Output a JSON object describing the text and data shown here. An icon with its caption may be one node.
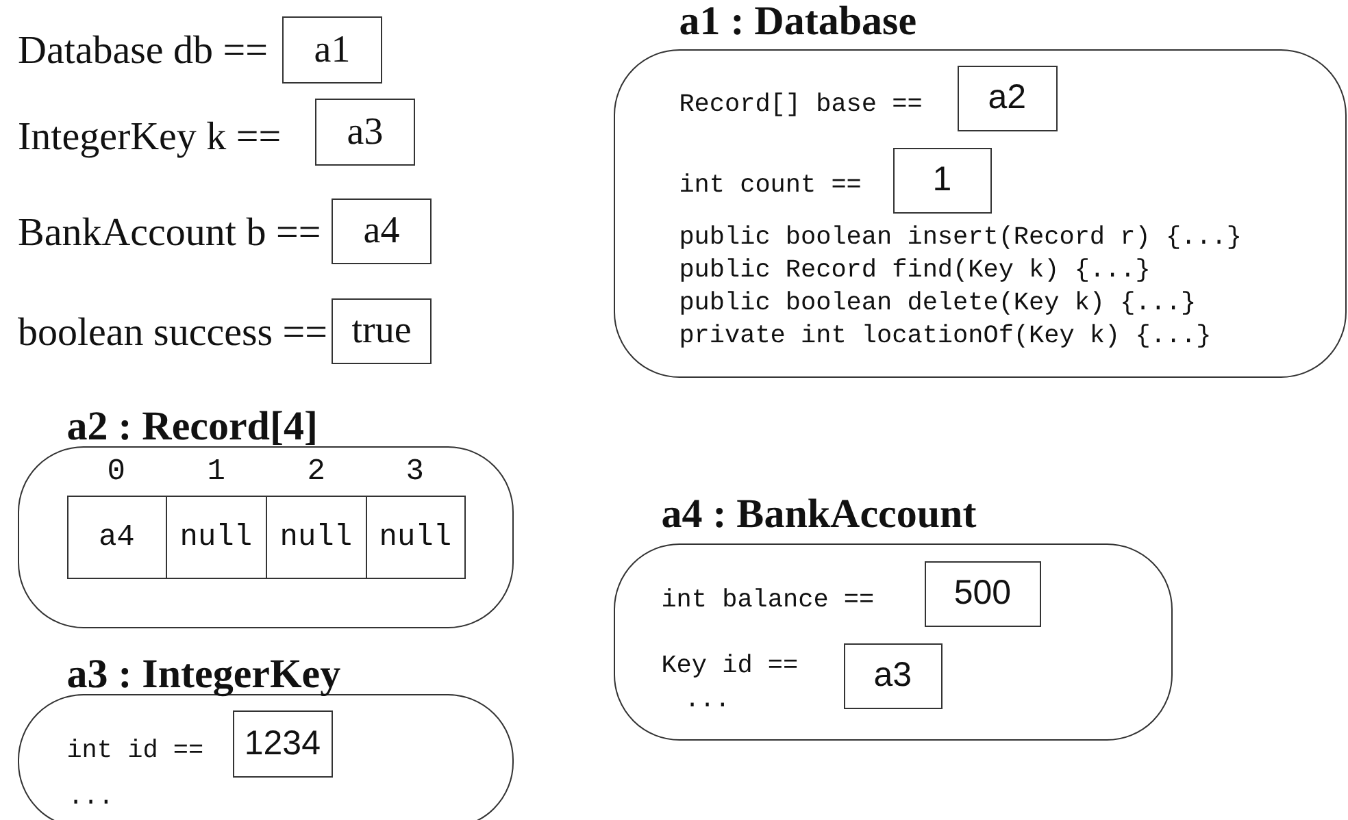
{
  "diagram": {
    "nodes": [
      {
        "text": [
          "a1"
        ],
        "beside": [
          "Database db =="
        ]
      },
      {
        "text": [
          "a3"
        ],
        "beside": [
          "IntegerKey k =="
        ]
      },
      {
        "text": [
          "a4"
        ],
        "beside": [
          "BankAccount b =="
        ]
      },
      {
        "text": [
          "true"
        ],
        "beside": [
          "boolean success =="
        ]
      },
      {
        "text": [
          "a1 : Database",
          "public boolean insert(Record r) {...}",
          "public Record find(Key k) {...}",
          "public boolean delete(Key k) {...}",
          "private int locationOf(Key k) {...}"
        ]
      },
      {
        "text": [
          "a2"
        ],
        "in": 4,
        "beside": [
          "Record[] base =="
        ]
      },
      {
        "text": [
          "1"
        ],
        "in": 4,
        "beside": [
          "int count =="
        ]
      },
      {
        "text": [
          "a2 : Record[4]"
        ]
      },
      {
        "text": [
          "a4"
        ],
        "in": 7,
        "beside": [
          "0"
        ]
      },
      {
        "text": [
          "null"
        ],
        "in": 7,
        "beside": [
          "1"
        ]
      },
      {
        "text": [
          "null"
        ],
        "in": 7,
        "beside": [
          "2"
        ]
      },
      {
        "text": [
          "null"
        ],
        "in": 7,
        "beside": [
          "3"
        ]
      },
      {
        "text": [
          "a3 : IntegerKey",
          "..."
        ]
      },
      {
        "text": [
          "1234"
        ],
        "in": 12,
        "beside": [
          "int id =="
        ]
      },
      {
        "text": [
          "a4 : BankAccount",
          "..."
        ]
      },
      {
        "text": [
          "500"
        ],
        "in": 14,
        "beside": [
          "int balance =="
        ]
      },
      {
        "text": [
          "a3"
        ],
        "in": 14,
        "beside": [
          "Key id =="
        ]
      }
    ]
  }
}
